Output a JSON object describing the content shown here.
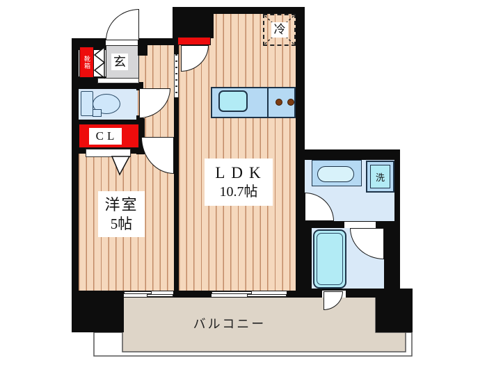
{
  "labels": {
    "ldk": "LDK",
    "ldk_size": "10.7帖",
    "western_room": "洋室",
    "western_size": "5帖",
    "balcony": "バルコニー",
    "entrance": "玄",
    "closet": "CL",
    "shoe_box": "靴箱",
    "refrigerator": "冷",
    "washer": "洗"
  },
  "colors": {
    "wall": "#0d0d0d",
    "floor": "#f5d8bd",
    "stripe": "#c18a66",
    "genkan": "#d6d6d8",
    "water": "#d9e9f8",
    "fixture": "#b5d9f3",
    "cyan": "#b2ebf5",
    "red": "#ee0c0c",
    "balcony": "#ded5c8",
    "line": "#555555"
  }
}
